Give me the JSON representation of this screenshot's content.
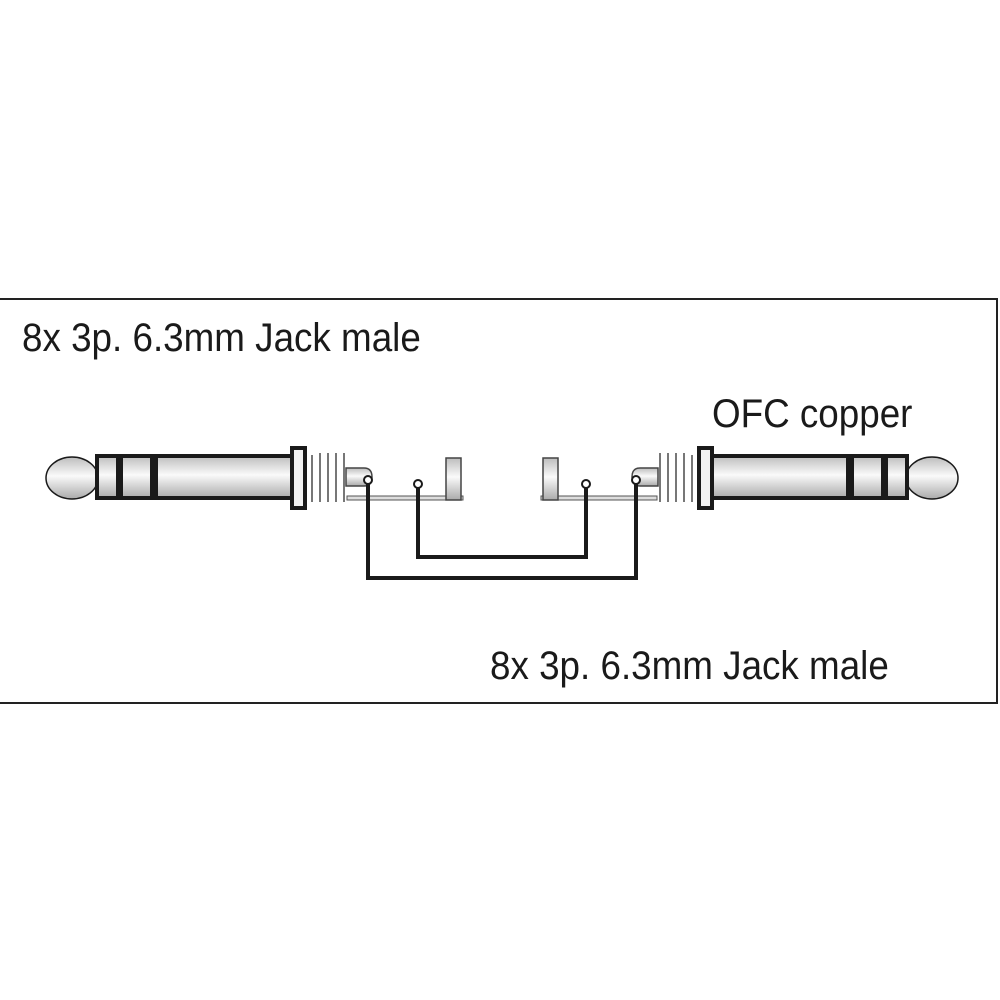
{
  "labels": {
    "top_left": "8x 3p. 6.3mm Jack male",
    "cable": "OFC copper",
    "bottom_right": "8x 3p. 6.3mm Jack male"
  },
  "colors": {
    "line": "#1a1a1a",
    "metal": "#e6e6e6",
    "frame": "#222222"
  }
}
